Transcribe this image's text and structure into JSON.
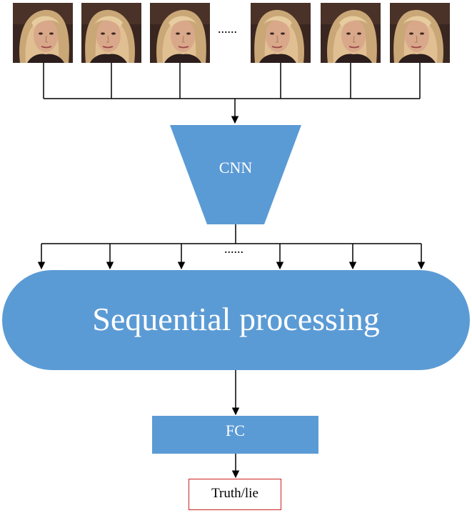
{
  "frames": [
    "face-frame-1",
    "face-frame-2",
    "face-frame-3",
    "face-frame-4",
    "face-frame-5",
    "face-frame-6"
  ],
  "ellipsis_top": "......",
  "ellipsis_mid": "......",
  "cnn_label": "CNN",
  "sequential_label": "Sequential processing",
  "fc_label": "FC",
  "output_label": "Truth/lie",
  "colors": {
    "block_fill": "#5b9bd5",
    "output_border": "#cc2222",
    "line": "#000000"
  }
}
